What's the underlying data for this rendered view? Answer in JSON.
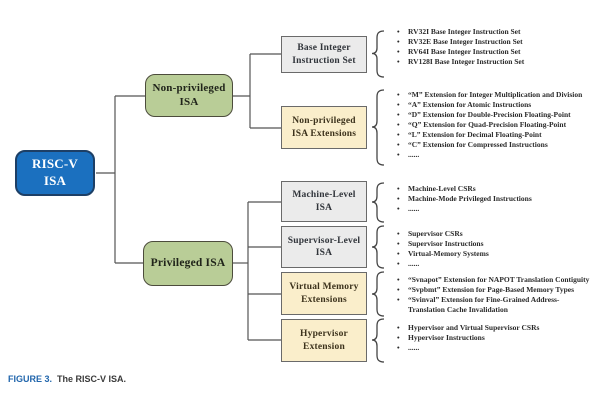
{
  "caption": {
    "label": "FIGURE 3.",
    "text": "The RISC-V ISA."
  },
  "colors": {
    "root_fill": "#1b70bf",
    "root_border": "#1d3f66",
    "branch_fill": "#b9cd97",
    "leaf_gray_fill": "#ebebeb",
    "leaf_tan_fill": "#faeecb",
    "connector": "#555555",
    "caption_accent": "#2166ac"
  },
  "nodes": {
    "root": {
      "line1": "RISC-V",
      "line2": "ISA"
    },
    "nonprivileged": {
      "line1": "Non-privileged",
      "line2": "ISA"
    },
    "privileged": {
      "label": "Privileged ISA"
    },
    "base_integer": {
      "line1": "Base Integer",
      "line2": "Instruction Set"
    },
    "nonpriv_ext": {
      "line1": "Non-privileged",
      "line2": "ISA Extensions"
    },
    "machine": {
      "line1": "Machine-Level",
      "line2": "ISA"
    },
    "supervisor": {
      "line1": "Supervisor-Level",
      "line2": "ISA"
    },
    "vmem": {
      "line1": "Virtual Memory",
      "line2": "Extensions"
    },
    "hypervisor": {
      "line1": "Hypervisor",
      "line2": "Extension"
    }
  },
  "lists": {
    "base_integer": {
      "items": [
        "RV32I Base Integer Instruction Set",
        "RV32E Base Integer Instruction Set",
        "RV64I Base Integer Instruction Set",
        "RV128I Base Integer Instruction Set"
      ]
    },
    "nonpriv_ext": {
      "items": [
        "“M” Extension for Integer Multiplication and Division",
        "“A” Extension for Atomic Instructions",
        "“D” Extension for Double-Precision Floating-Point",
        "“Q” Extension for Quad-Precision Floating-Point",
        "“L” Extension for Decimal Floating-Point",
        "“C” Extension for Compressed Instructions",
        "......"
      ]
    },
    "machine": {
      "items": [
        "Machine-Level CSRs",
        "Machine-Mode Privileged Instructions",
        "......"
      ]
    },
    "supervisor": {
      "items": [
        "Supervisor CSRs",
        "Supervisor Instructions",
        "Virtual-Memory Systems",
        "......"
      ]
    },
    "vmem": {
      "items": [
        "“Svnapot” Extension for NAPOT Translation Contiguity",
        "“Svpbmt” Extension for Page-Based Memory Types",
        "“Svinval” Extension for Fine-Grained Address-Translation Cache Invalidation"
      ]
    },
    "hypervisor": {
      "items": [
        "Hypervisor and Virtual Supervisor CSRs",
        "Hypervisor Instructions",
        "......"
      ]
    }
  }
}
